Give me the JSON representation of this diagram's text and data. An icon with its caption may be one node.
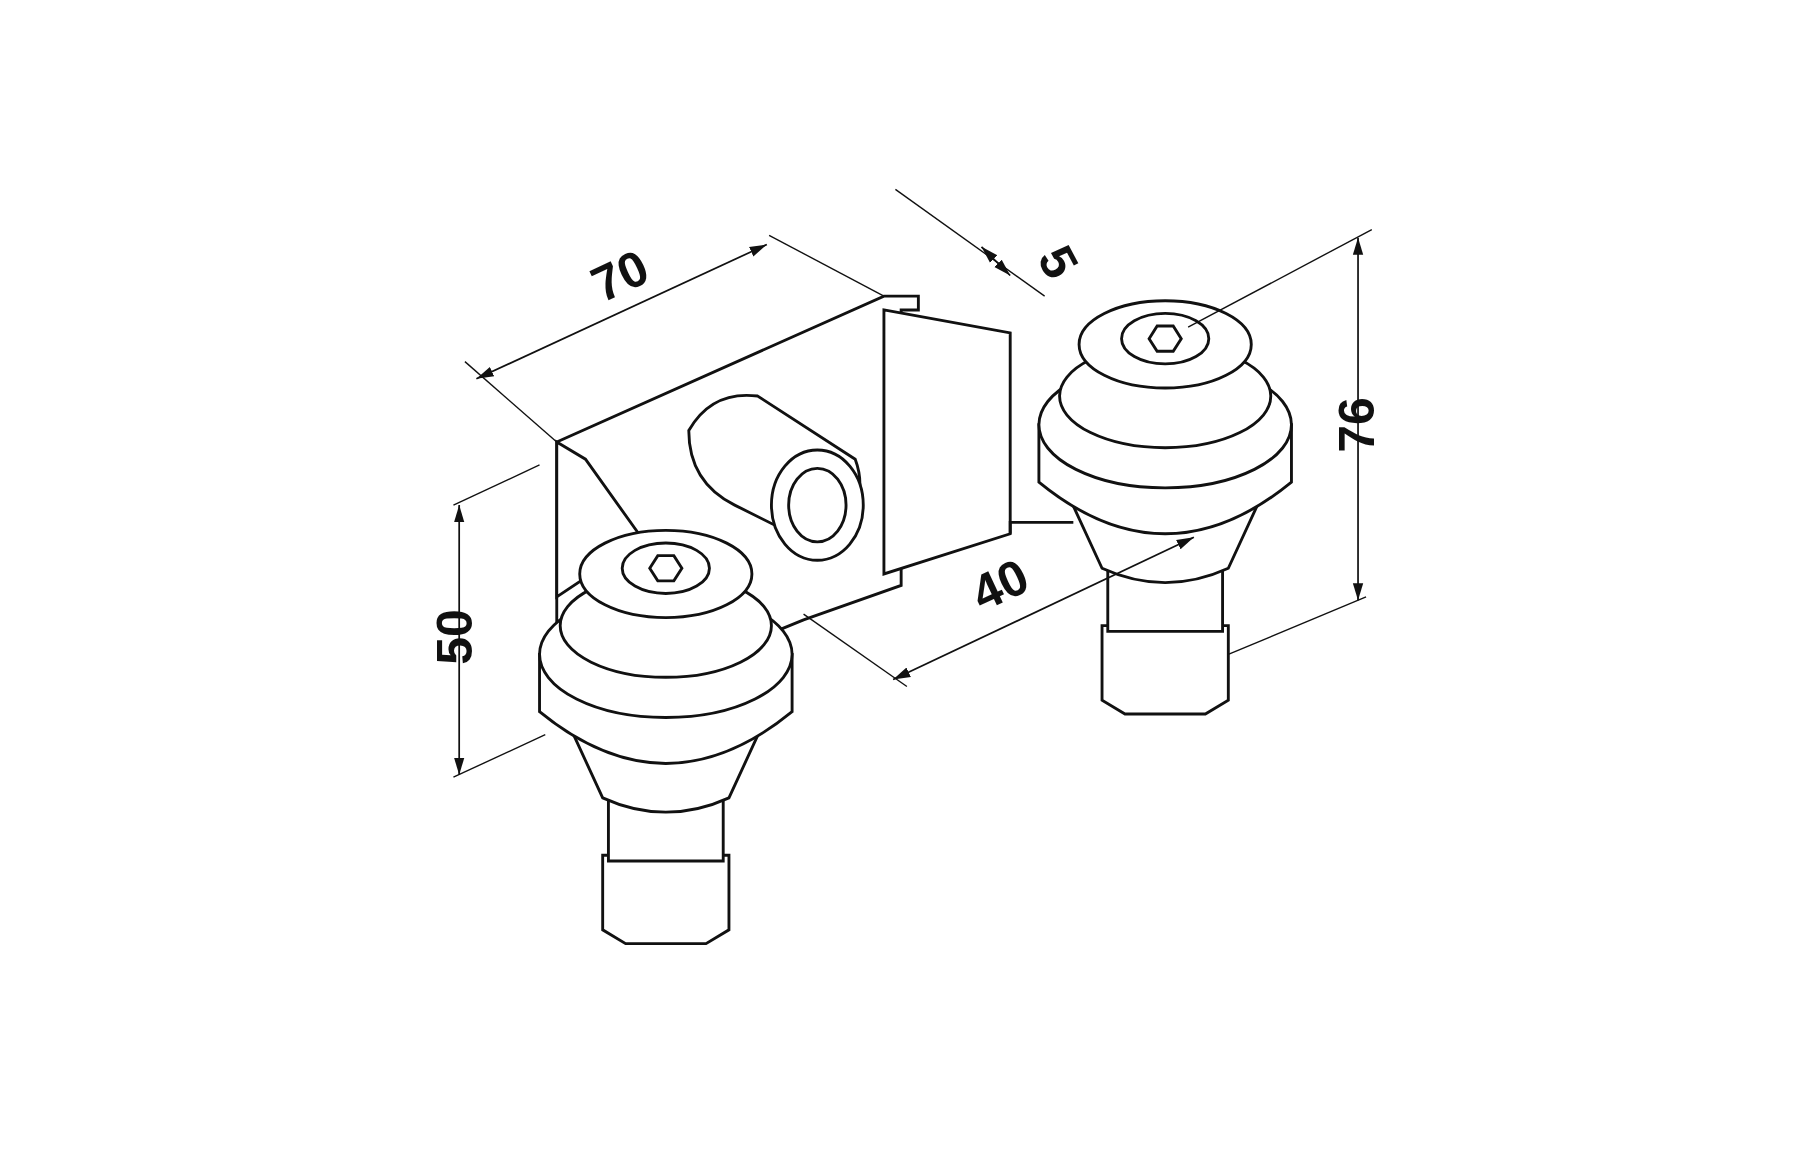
{
  "diagram": {
    "labels": [
      "70",
      "5",
      "76",
      "50",
      "40"
    ]
  }
}
